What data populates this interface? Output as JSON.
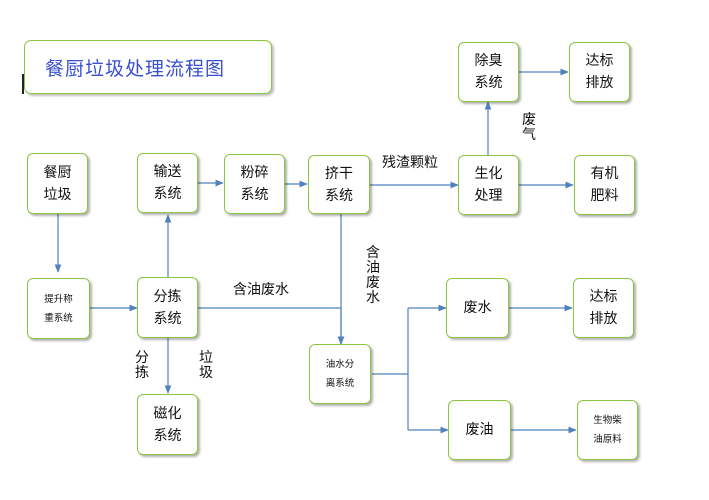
{
  "title": "餐厨垃圾处理流程图",
  "nodes": {
    "kitchen_waste": "餐厨\n垃圾",
    "conveying": "输送\n系统",
    "crushing": "粉碎\n系统",
    "squeezing": "挤干\n系统",
    "bio_treatment": "生化\n处理",
    "organic_fertilizer": "有机\n肥料",
    "deodorizing": "除臭\n系统",
    "emission": "达标\n排放",
    "weighing": "提升称\n重系统",
    "sorting": "分拣\n系统",
    "magnetic": "磁化\n系统",
    "oil_water_sep": "油水分\n离系统",
    "wastewater": "废水",
    "wastewater_emission": "达标\n排放",
    "waste_oil": "废油",
    "biodiesel": "生物柴\n油原料"
  },
  "edge_labels": {
    "residue": "残渣颗粒",
    "waste_gas": "废\n气",
    "oily_water_h": "含油废水",
    "oily_water_v": "含\n油\n废\n水",
    "sort_left": "分\n拣",
    "sort_right": "垃\n圾"
  },
  "colors": {
    "node_border": "#8cc63f",
    "arrow": "#4f81bd",
    "title_text": "#3a4fd0"
  }
}
